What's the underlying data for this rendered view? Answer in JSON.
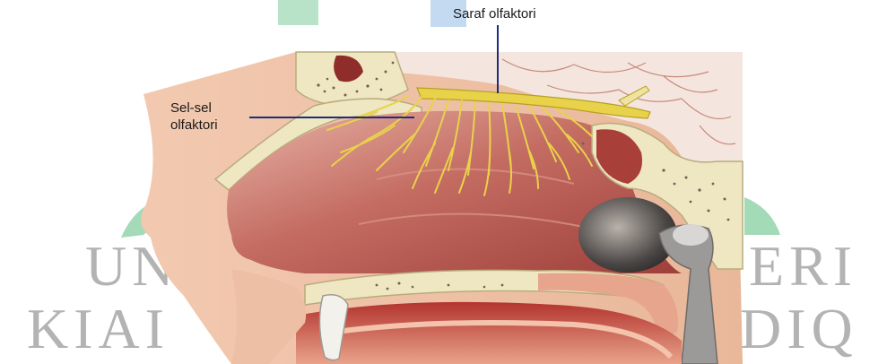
{
  "labels": {
    "olfactory_nerve": "Saraf olfaktori",
    "olfactory_cells_line1": "Sel-sel",
    "olfactory_cells_line2": "olfaktori"
  },
  "watermark": {
    "line1_left": "UN",
    "line1_right": "ERI",
    "line2_left": "KIAI",
    "line2_right": "DIQ"
  },
  "colors": {
    "nerve_yellow": "#e8d24a",
    "bone": "#efe6c2",
    "cavity": "#c25a52",
    "leader_line": "#1f2d7a",
    "watermark_green": "#6cc08a",
    "watermark_blue": "#6fa6d8"
  }
}
